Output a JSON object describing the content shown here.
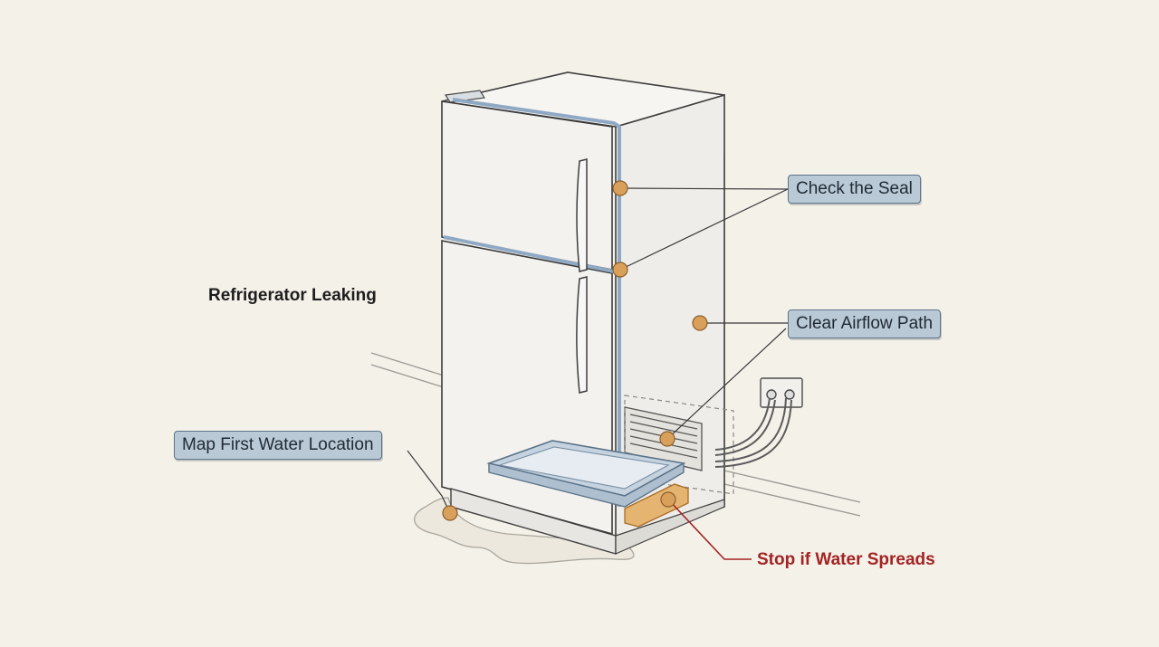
{
  "diagram": {
    "title": "Refrigerator Leaking",
    "callouts": {
      "seal": "Check the Seal",
      "airflow": "Clear Airflow Path",
      "water_location": "Map First Water Location"
    },
    "warning": "Stop if Water Spreads"
  },
  "colors": {
    "background": "#f4f1e9",
    "callout_fill": "#b9c9d6",
    "callout_border": "#5b7389",
    "marker": "#d9a05b",
    "warning_text": "#a32323",
    "door_seal": "#8fa9c4",
    "drip_pan": "#e3a95a"
  }
}
